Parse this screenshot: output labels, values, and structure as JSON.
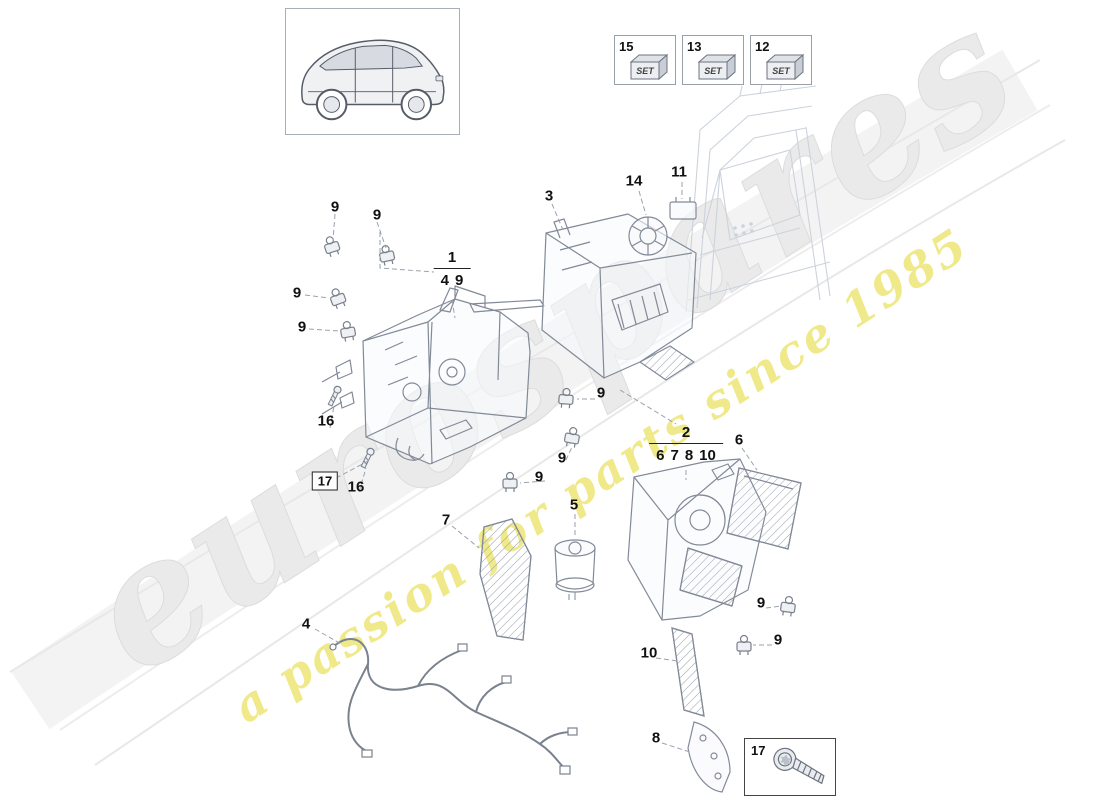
{
  "watermark": {
    "title": "eurospares",
    "tagline": "a passion for parts since 1985",
    "title_color": "#eaeaea",
    "tagline_color": "#efe98a"
  },
  "legend_sets": [
    {
      "number": "15",
      "label": "SET"
    },
    {
      "number": "13",
      "label": "SET"
    },
    {
      "number": "12",
      "label": "SET"
    }
  ],
  "groups": {
    "group1": {
      "main": "1",
      "subs": [
        "4",
        "9"
      ]
    },
    "group2": {
      "main": "2",
      "subs": [
        "6",
        "7",
        "8",
        "10"
      ]
    }
  },
  "boxed_callouts": [
    {
      "label": "17"
    }
  ],
  "screw_box": {
    "number": "17"
  },
  "callouts": [
    {
      "label": "9"
    },
    {
      "label": "9"
    },
    {
      "label": "9"
    },
    {
      "label": "9"
    },
    {
      "label": "3"
    },
    {
      "label": "14"
    },
    {
      "label": "11"
    },
    {
      "label": "16"
    },
    {
      "label": "16"
    },
    {
      "label": "9"
    },
    {
      "label": "9"
    },
    {
      "label": "9"
    },
    {
      "label": "6"
    },
    {
      "label": "7"
    },
    {
      "label": "5"
    },
    {
      "label": "4"
    },
    {
      "label": "10"
    },
    {
      "label": "9"
    },
    {
      "label": "9"
    },
    {
      "label": "8"
    }
  ],
  "diagram": {
    "line_color": "#828a98",
    "leader_color": "#9aa2ad",
    "sketch_color": "#ccd3dc"
  }
}
